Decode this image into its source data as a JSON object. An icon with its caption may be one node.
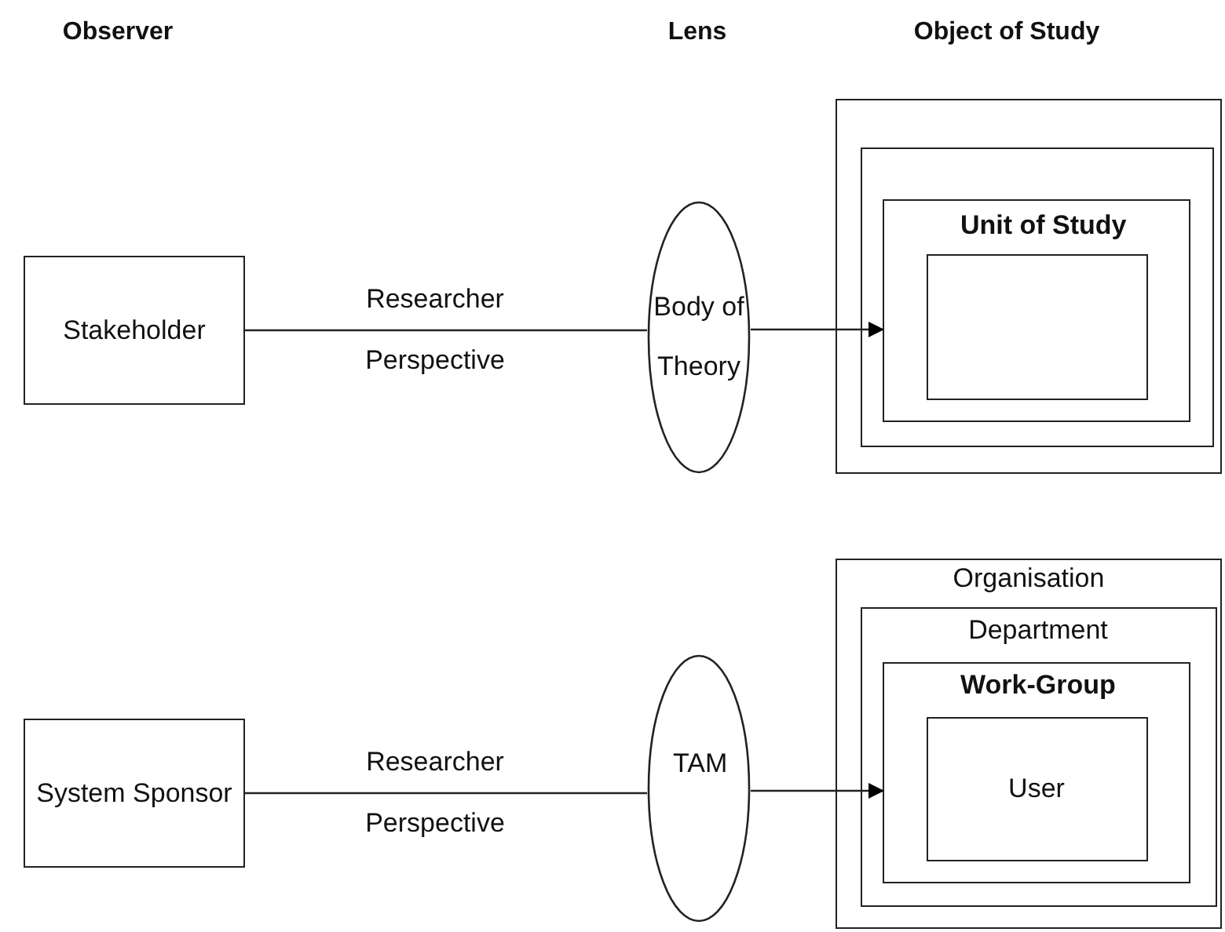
{
  "diagram": {
    "nodes": [
      {
        "text": [
          "Stakeholder"
        ]
      },
      {
        "text": [
          "Body of Theory"
        ]
      },
      {
        "text": [],
        "shape": "box"
      },
      {
        "text": [],
        "shape": "box",
        "in": 2
      },
      {
        "text": [
          "Unit of Study"
        ],
        "in": 3
      },
      {
        "text": [],
        "shape": "box",
        "in": 4
      },
      {
        "text": [
          "System Sponsor"
        ]
      },
      {
        "text": [
          "TAM"
        ]
      },
      {
        "text": [
          "Organisation"
        ]
      },
      {
        "text": [
          "Department"
        ],
        "in": 8
      },
      {
        "text": [
          "Work-Group"
        ],
        "in": 9
      },
      {
        "text": [
          "User"
        ],
        "in": 10
      }
    ],
    "edges": [
      {
        "from": 0,
        "to": 1,
        "arrow": "none",
        "label": "Researcher Perspective"
      },
      {
        "from": 1,
        "to": 4,
        "arrow": "to"
      },
      {
        "from": 6,
        "to": 7,
        "arrow": "none",
        "label": "Researcher Perspective"
      },
      {
        "from": 7,
        "to": 10,
        "arrow": "to"
      }
    ],
    "labels": [
      "Observer",
      "Lens",
      "Object of Study"
    ]
  }
}
